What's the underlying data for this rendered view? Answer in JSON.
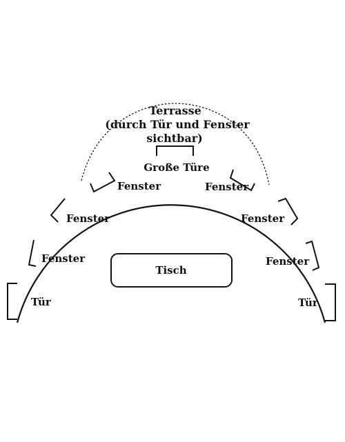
{
  "diagram": {
    "terrace": {
      "line1": "Terrasse",
      "line2": "(durch Tür und Fenster",
      "line3": "sichtbar)"
    },
    "great_door": "Große Türe",
    "windows": {
      "left_upper": "Fenster",
      "left_middle": "Fenster",
      "left_lower": "Fenster",
      "right_upper": "Fenster",
      "right_middle": "Fenster",
      "right_lower": "Fenster"
    },
    "doors": {
      "left": "Tür",
      "right": "Tür"
    },
    "table": "Tisch"
  },
  "colors": {
    "ink": "#111111",
    "background": "#ffffff"
  }
}
